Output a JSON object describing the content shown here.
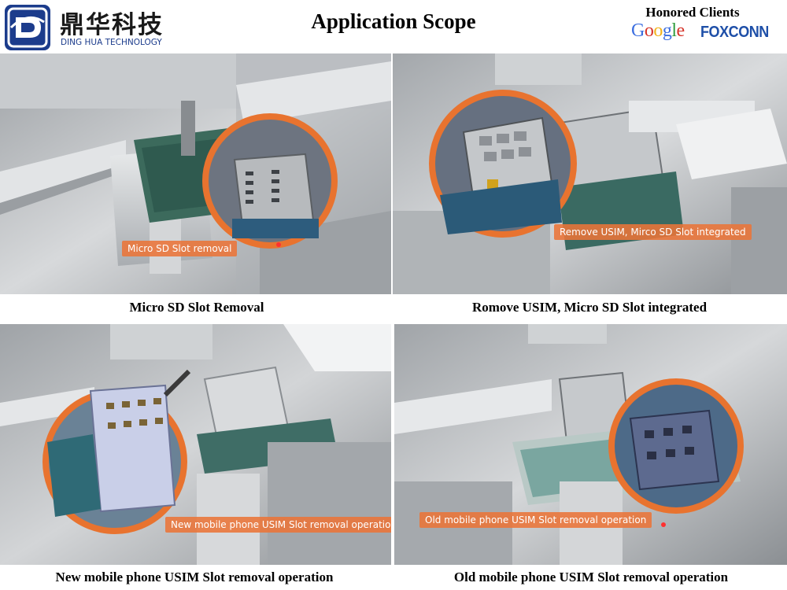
{
  "header": {
    "logo_cn": "鼎华科技",
    "logo_en": "DING HUA TECHNOLOGY",
    "title": "Application Scope",
    "clients_title": "Honored Clients",
    "google_letters": [
      "G",
      "o",
      "o",
      "g",
      "l",
      "e"
    ],
    "google_colors": [
      "#3d6fe0",
      "#d6342a",
      "#f2b21a",
      "#3d6fe0",
      "#2f9c3e",
      "#d6342a"
    ],
    "foxconn": "FOXCONN"
  },
  "colors": {
    "accent_orange": "#e8732f",
    "logo_blue": "#1c3c8c"
  },
  "panels": [
    {
      "overlay": "Micro SD Slot removal",
      "caption": "Micro SD Slot Removal"
    },
    {
      "overlay": "Remove USIM, Mirco SD Slot integrated",
      "caption": "Romove USIM, Micro SD Slot integrated"
    },
    {
      "overlay": "New mobile phone USIM Slot removal operation",
      "caption": "New mobile phone USIM Slot removal operation"
    },
    {
      "overlay": "Old mobile phone USIM Slot removal operation",
      "caption": "Old mobile phone USIM Slot removal operation"
    }
  ]
}
